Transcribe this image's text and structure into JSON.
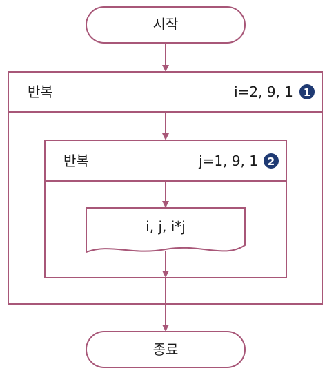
{
  "flowchart": {
    "start": {
      "label": "시작"
    },
    "outer_loop": {
      "label": "반복",
      "params": "i=2, 9, 1",
      "badge": "1"
    },
    "inner_loop": {
      "label": "반복",
      "params": "j=1, 9, 1",
      "badge": "2"
    },
    "output": {
      "label": "i, j, i*j"
    },
    "end": {
      "label": "종료"
    }
  },
  "colors": {
    "stroke": "#a85778",
    "badge_fill": "#1f3a73",
    "badge_text": "#ffffff",
    "text": "#1a1a1a"
  }
}
